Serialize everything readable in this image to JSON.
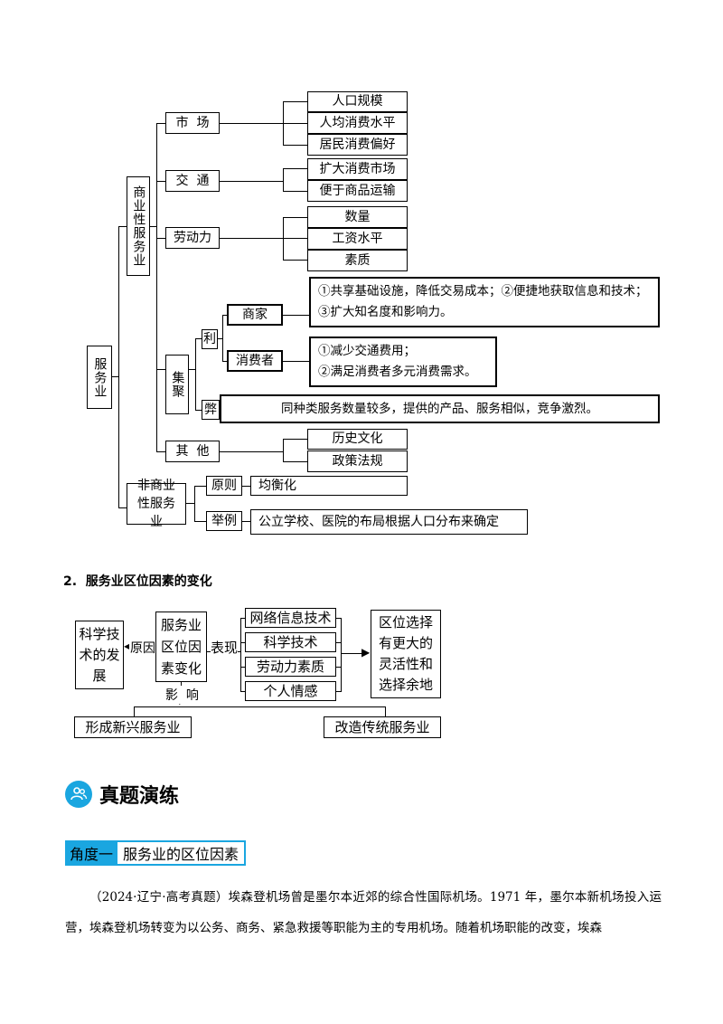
{
  "diagram1": {
    "root": "服务业",
    "commercial": "商业性服务业",
    "noncommercial": "非商业性服务业",
    "market": "市  场",
    "market_items": [
      "人口规模",
      "人均消费水平",
      "居民消费偏好"
    ],
    "transport": "交  通",
    "transport_items": [
      "扩大消费市场",
      "便于商品运输"
    ],
    "labor": "劳动力",
    "labor_items": [
      "数量",
      "工资水平",
      "素质"
    ],
    "agglomeration": "集聚",
    "benefit": "利",
    "merchant": "商家",
    "merchant_text": "①共享基础设施，降低交易成本；②便捷地获取信息和技术；③扩大知名度和影响力。",
    "consumer": "消费者",
    "consumer_text": "①减少交通费用；\n②满足消费者多元消费需求。",
    "drawback": "弊",
    "drawback_text": "同种类服务数量较多，提供的产品、服务相似，竞争激烈。",
    "other": "其  他",
    "other_items": [
      "历史文化",
      "政策法规"
    ],
    "principle": "原则",
    "principle_text": "均衡化",
    "example": "举例",
    "example_text": "公立学校、医院的布局根据人口分布来确定"
  },
  "section2": {
    "title": "2.  服务业区位因素的变化",
    "science": "科学技\n术的发\n展",
    "reason": "原因",
    "change": "服务业\n区位因\n素变化",
    "manifest": "表现",
    "items": [
      "网络信息技术",
      "科学技术",
      "劳动力素质",
      "个人情感"
    ],
    "result": "区位选择\n有更大的\n灵活性和\n选择余地",
    "influence": "影  响",
    "new_service": "形成新兴服务业",
    "transform_service": "改造传统服务业"
  },
  "practice": {
    "title": "真题演练",
    "angle_label": "角度一",
    "angle_title": "服务业的区位因素",
    "paragraph": "（2024·辽宁·高考真题）埃森登机场曾是墨尔本近郊的综合性国际机场。1971 年，墨尔本新机场投入运营，埃森登机场转变为以公务、商务、紧急救援等职能为主的专用机场。随着机场职能的改变，埃森"
  }
}
